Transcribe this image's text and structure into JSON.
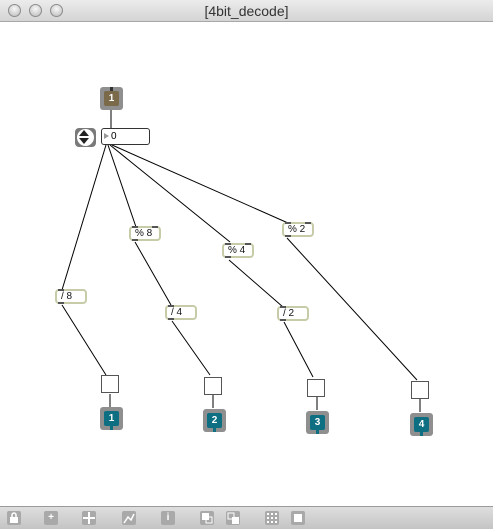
{
  "window": {
    "title": "[4bit_decode]"
  },
  "patch": {
    "inlet_label": "1",
    "number_value": "0",
    "messages": {
      "div8": "/ 8",
      "mod8": "% 8",
      "div4": "/ 4",
      "mod4": "% 4",
      "div2": "/ 2",
      "mod2": "% 2"
    },
    "outlets": [
      "1",
      "2",
      "3",
      "4"
    ]
  },
  "toolbar": {
    "icons": [
      "lock-icon",
      "add-object-icon",
      "move-icon",
      "presentation-icon",
      "inspector-icon",
      "group-icon",
      "ungroup-icon",
      "grid-icon",
      "snap-icon"
    ],
    "info_label": "i",
    "add_label": "+"
  },
  "colors": {
    "inlet_fill": "#7a6a4a",
    "outlet_fill": "#0e6f82",
    "object_border": "#c8cba8"
  }
}
